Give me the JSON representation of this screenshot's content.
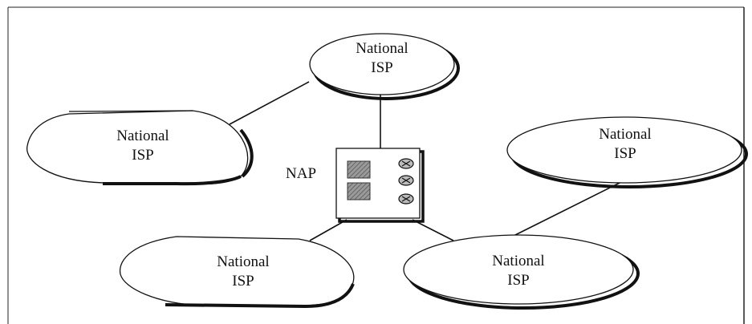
{
  "nodes": {
    "isp_top": {
      "line1": "National",
      "line2": "ISP"
    },
    "isp_left": {
      "line1": "National",
      "line2": "ISP"
    },
    "isp_right": {
      "line1": "National",
      "line2": "ISP"
    },
    "isp_bottom_left": {
      "line1": "National",
      "line2": "ISP"
    },
    "isp_bottom_right": {
      "line1": "National",
      "line2": "ISP"
    }
  },
  "nap": {
    "label": "NAP"
  },
  "colors": {
    "stroke": "#111111",
    "shadow": "#111111",
    "device_fill": "#8a8a8a",
    "background": "#ffffff"
  }
}
